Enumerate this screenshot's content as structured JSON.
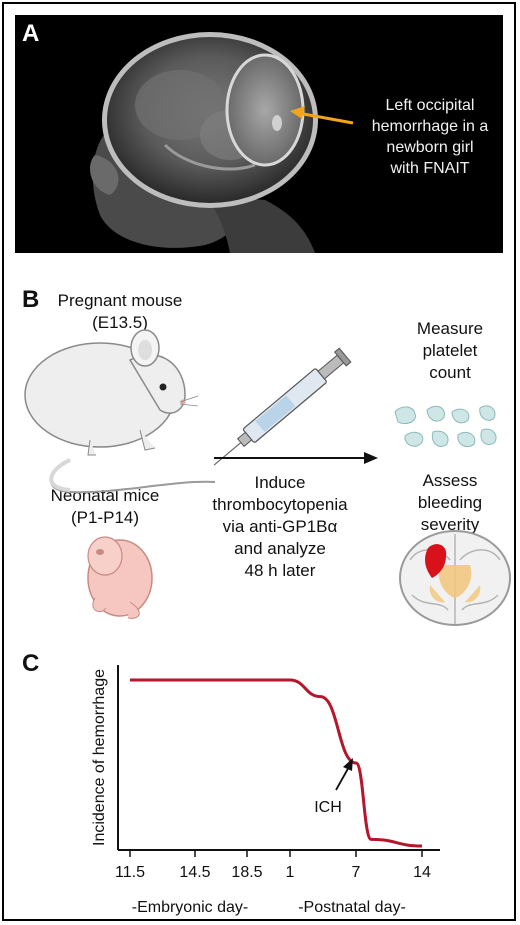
{
  "panels": {
    "a": {
      "letter": "A",
      "annotation": [
        "Left occipital",
        "hemorrhage in a",
        "newborn girl",
        "with FNAIT"
      ],
      "colors": {
        "arrow": "#f2a51a",
        "background": "#000000"
      }
    },
    "b": {
      "letter": "B",
      "pregnant_label": [
        "Pregnant mouse",
        "(E13.5)"
      ],
      "neonatal_label": [
        "Neonatal mice",
        "(P1-P14)"
      ],
      "induce_label": [
        "Induce",
        "thrombocytopenia",
        "via anti-GP1Bα",
        "and analyze",
        "48 h later"
      ],
      "measure_label": [
        "Measure",
        "platelet",
        "count"
      ],
      "assess_label": [
        "Assess",
        "bleeding",
        "severity"
      ],
      "icons": [
        "mouse-icon",
        "syringe-icon",
        "pup-icon",
        "platelets-icon",
        "brain-section-icon"
      ]
    },
    "c": {
      "letter": "C"
    }
  },
  "chart_data": {
    "type": "line",
    "ylabel": "Incidence of hemorrhage",
    "xlabel": "",
    "x_ticks": [
      "11.5",
      "14.5",
      "18.5",
      "1",
      "7",
      "14"
    ],
    "x_group_labels": [
      "-Embryonic day-",
      "-Postnatal day-"
    ],
    "annotation": "ICH",
    "y_ticks": false,
    "grid": false,
    "series": [
      {
        "color": "#b5162c",
        "points": [
          {
            "x": "11.5",
            "y": 1.0
          },
          {
            "x": "14.5",
            "y": 1.0
          },
          {
            "x": "18.5",
            "y": 1.0
          },
          {
            "x": "1",
            "y": 1.0
          },
          {
            "x": "4",
            "y": 0.9
          },
          {
            "x": "7",
            "y": 0.5
          },
          {
            "x": "9",
            "y": 0.04
          },
          {
            "x": "14",
            "y": 0.0
          }
        ]
      }
    ]
  }
}
